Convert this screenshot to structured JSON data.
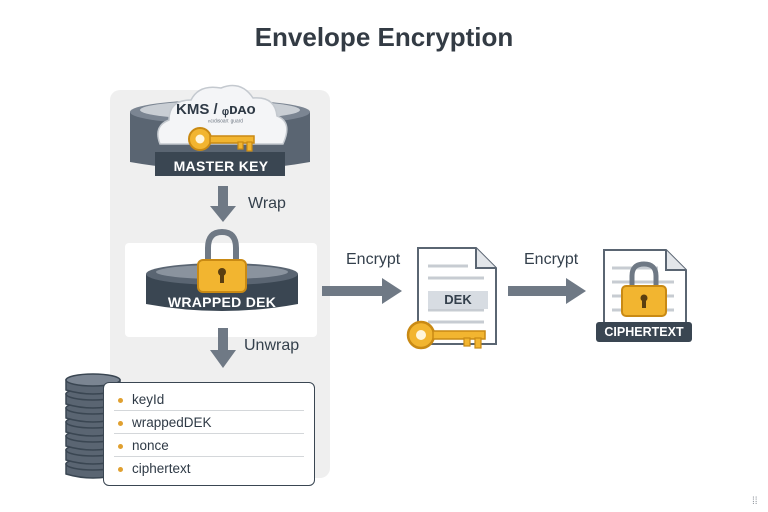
{
  "title": "Envelope Encryption",
  "kms": {
    "cloud_label": "KMS / ᵩᴅᴀᴏ",
    "cloud_sublabel": "ⁿᶜᶦᵈᶦˢᵒᵃʳᵗ ᵍᵘᵃʳᵈ",
    "master_key_label": "MASTER KEY"
  },
  "steps": {
    "wrap_label": "Wrap",
    "unwrap_label": "Unwrap",
    "encrypt_label_1": "Encrypt",
    "encrypt_label_2": "Encrypt"
  },
  "wrapped_dek_label": "WRAPPED DEK",
  "dek_label": "DEK",
  "ciphertext_label": "CIPHERTEXT",
  "stored_record": {
    "fields": [
      "keyId",
      "wrappedDEK",
      "nonce",
      "ciphertext"
    ]
  },
  "corner_mark": "⁞⁞",
  "colors": {
    "dark_slate": "#3a4652",
    "mid_slate": "#5a6572",
    "gold": "#f2b530",
    "gold_dark": "#c98a14",
    "arrow": "#6f7985",
    "panel_bg": "#efefef"
  },
  "icons": [
    "cloud-icon",
    "key-icon",
    "padlock-icon",
    "document-icon",
    "database-stack-icon",
    "arrow-icon"
  ]
}
